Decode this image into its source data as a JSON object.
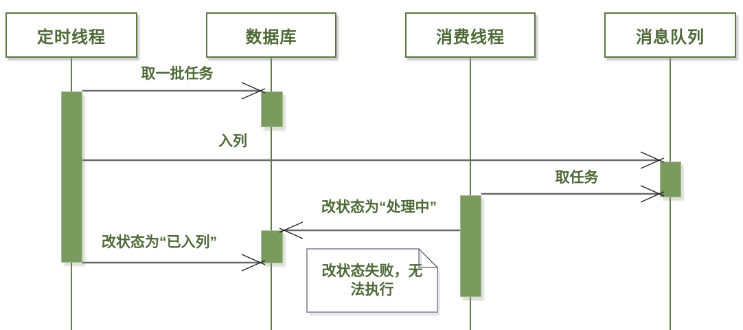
{
  "diagram": {
    "type": "sequence-diagram",
    "actors": [
      {
        "label": "定时线程"
      },
      {
        "label": "数据库"
      },
      {
        "label": "消费线程"
      },
      {
        "label": "消息队列"
      }
    ],
    "messages": [
      {
        "label": "取一批任务",
        "from": "定时线程",
        "to": "数据库"
      },
      {
        "label": "入列",
        "from": "定时线程",
        "to": "消息队列"
      },
      {
        "label": "取任务",
        "from": "消费线程",
        "to": "消息队列"
      },
      {
        "label": "改状态为“处理中”",
        "from": "消费线程",
        "to": "数据库"
      },
      {
        "label": "改状态为“已入列”",
        "from": "定时线程",
        "to": "数据库"
      }
    ],
    "note": {
      "text": "改状态失败，无法执行"
    },
    "colors": {
      "shape_border_green": "#5b7a42",
      "lifeline_green": "#5f7d45",
      "activation_fill": "#7a9a5e",
      "text_green": "#4d6937",
      "message_line_gray": "#6a6a6a",
      "note_border": "#9a9aad",
      "background": "#ffffff"
    }
  }
}
